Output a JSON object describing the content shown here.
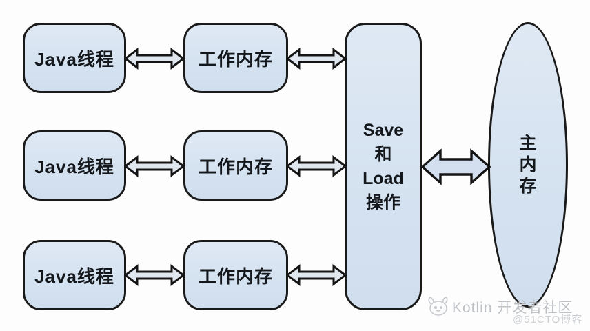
{
  "colors": {
    "background": "#fdfdfd",
    "node_fill": "#d5e2f0",
    "node_border": "#1a1a1a",
    "arrow_fill": "#e0e6ee",
    "big_arrow_fill": "#d3dfee",
    "node_text": "#14181c",
    "watermark_text": "#9ca2a9"
  },
  "icons": {
    "connector": "double-headed-arrow",
    "watermark_logo": "mascot-face"
  },
  "diagram": {
    "java_threads": [
      {
        "label": "Java线程"
      },
      {
        "label": "Java线程"
      },
      {
        "label": "Java线程"
      }
    ],
    "working_memories": [
      {
        "label": "工作内存"
      },
      {
        "label": "工作内存"
      },
      {
        "label": "工作内存"
      }
    ],
    "save_load": {
      "lines": [
        "Save",
        "和",
        "Load",
        "操作"
      ]
    },
    "main_memory": {
      "chars": [
        "主",
        "内",
        "存"
      ]
    }
  },
  "watermark": {
    "community": "Kotlin 开发者社区",
    "blog": "@51CTO博客"
  }
}
